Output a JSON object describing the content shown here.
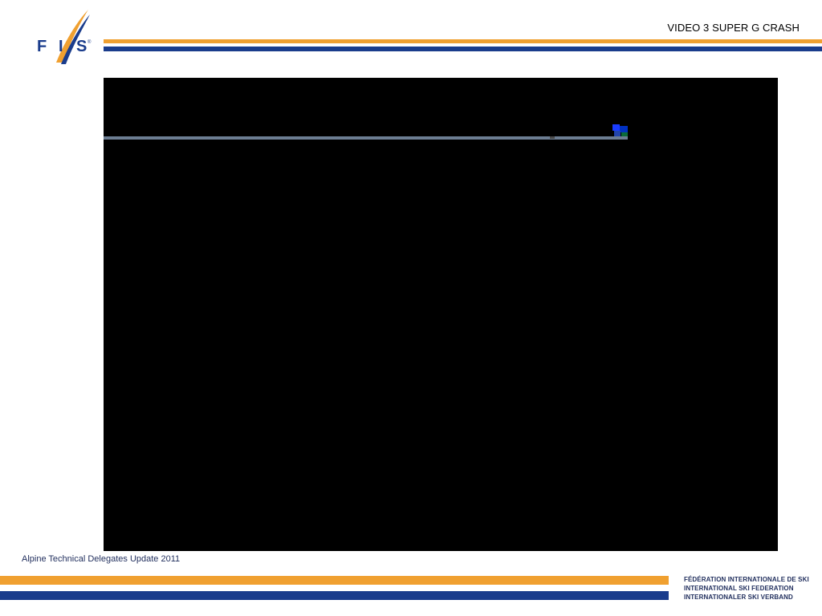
{
  "header": {
    "logo_text": "FIS",
    "slide_title": "VIDEO 3 SUPER G CRASH",
    "colors": {
      "orange": "#f0a030",
      "blue": "#1a3c8c"
    }
  },
  "video": {
    "state": "black frame"
  },
  "footer": {
    "presentation_title": "Alpine Technical Delegates Update 2011",
    "federation_names": [
      "FÉDÉRATION INTERNATIONALE DE SKI",
      "INTERNATIONAL SKI FEDERATION",
      "INTERNATIONALER SKI VERBAND"
    ]
  }
}
